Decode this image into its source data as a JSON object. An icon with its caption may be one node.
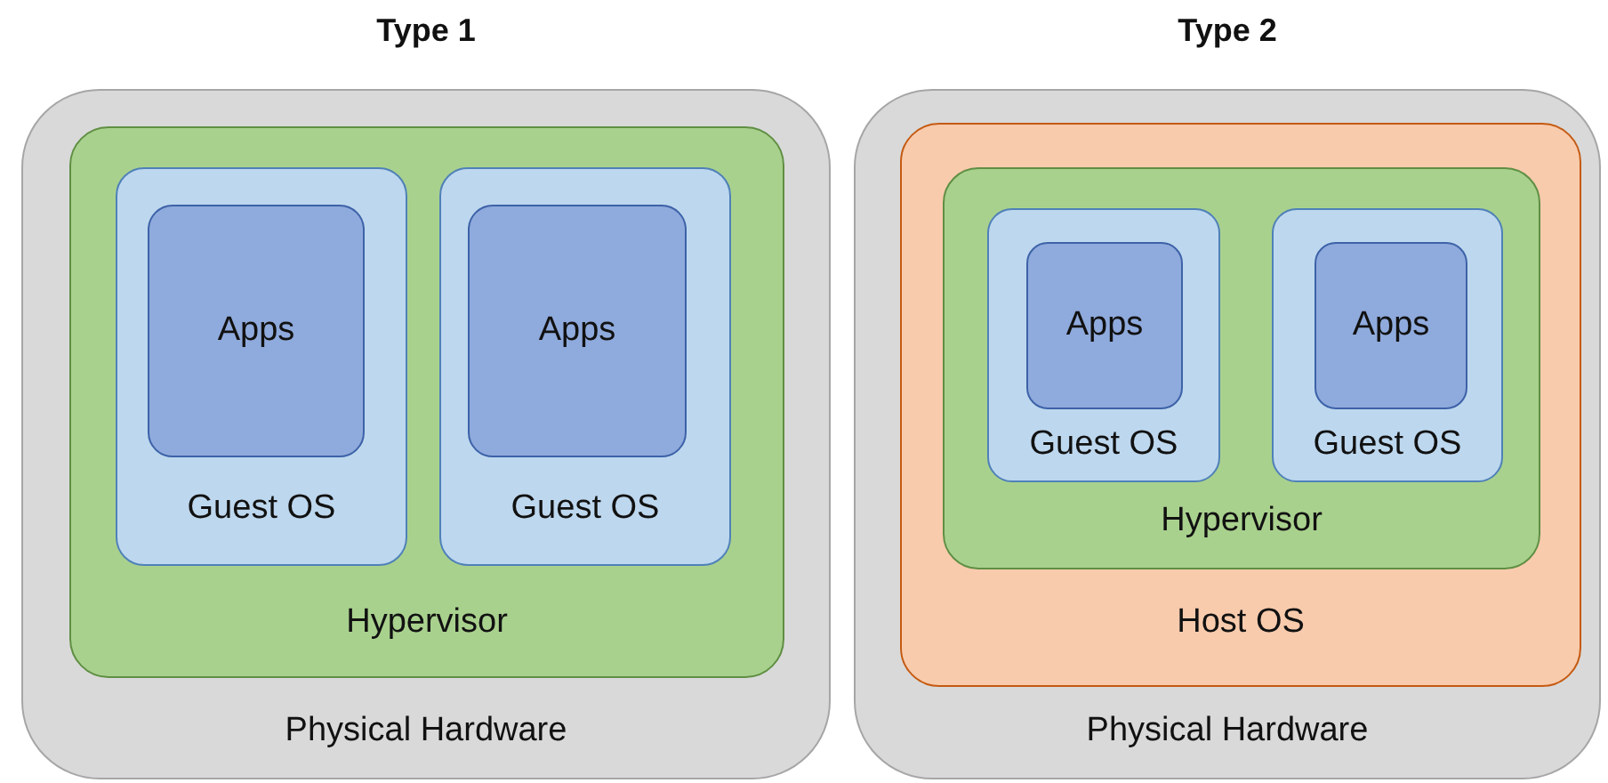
{
  "diagram": {
    "nodes": [
      {
        "text": [
          "Type 1",
          "Physical Hardware"
        ]
      },
      {
        "text": [
          "Hypervisor"
        ],
        "in": 0
      },
      {
        "text": [
          "Guest OS"
        ],
        "in": 1
      },
      {
        "text": [
          "Apps"
        ],
        "in": 2
      },
      {
        "text": [
          "Guest OS"
        ],
        "in": 1
      },
      {
        "text": [
          "Apps"
        ],
        "in": 4
      },
      {
        "text": [
          "Type 2",
          "Physical Hardware"
        ]
      },
      {
        "text": [
          "Host OS"
        ],
        "in": 6
      },
      {
        "text": [
          "Hypervisor"
        ],
        "in": 7
      },
      {
        "text": [
          "Guest OS"
        ],
        "in": 8
      },
      {
        "text": [
          "Apps"
        ],
        "in": 9
      },
      {
        "text": [
          "Guest OS"
        ],
        "in": 8
      },
      {
        "text": [
          "Apps"
        ],
        "in": 11
      }
    ]
  }
}
